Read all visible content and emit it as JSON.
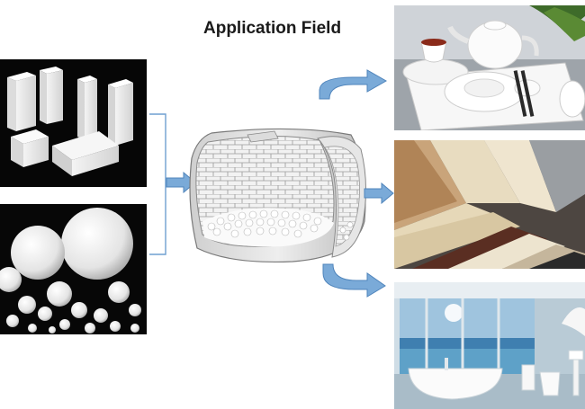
{
  "title": "Application Field",
  "inputs": [
    {
      "icon": "alumina-bricks-photo"
    },
    {
      "icon": "alumina-grinding-balls-photo"
    }
  ],
  "process": {
    "icon": "ball-mill-lining-cutaway"
  },
  "outputs": [
    {
      "icon": "ceramic-tableware-photo"
    },
    {
      "icon": "ceramic-floor-tiles-photo"
    },
    {
      "icon": "sanitary-ware-bathroom-photo"
    }
  ],
  "colors": {
    "arrow": "#7aaad8",
    "arrow_edge": "#4f84bb",
    "bracket": "#6f9fd0"
  }
}
